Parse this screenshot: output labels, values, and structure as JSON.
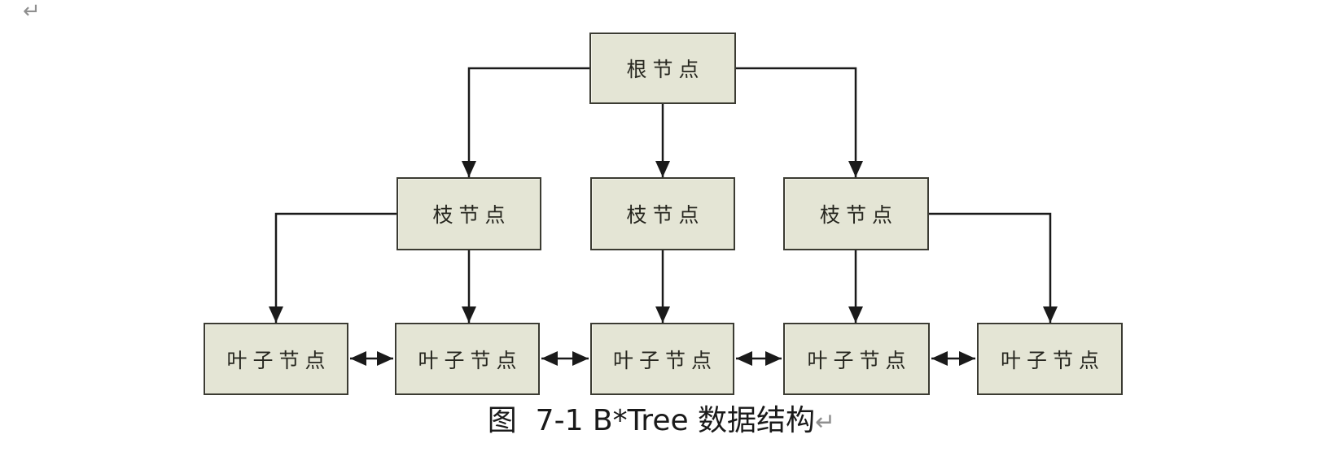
{
  "formatting_marks": {
    "top_left_return": "↵",
    "caption_return": "↵",
    "color": "#8f8f8f"
  },
  "diagram": {
    "node_fill": "#e4e5d5",
    "node_border": "#3b3b32",
    "line_color": "#1a1a1a",
    "label_color": "#26261f",
    "nodes": {
      "root": {
        "label": "根节点"
      },
      "branches": [
        {
          "label": "枝节点"
        },
        {
          "label": "枝节点"
        },
        {
          "label": "枝节点"
        }
      ],
      "leaves": [
        {
          "label": "叶子节点"
        },
        {
          "label": "叶子节点"
        },
        {
          "label": "叶子节点"
        },
        {
          "label": "叶子节点"
        },
        {
          "label": "叶子节点"
        }
      ]
    }
  },
  "caption": {
    "text": "图  7-1 B*Tree 数据结构",
    "color": "#1a1a1a"
  }
}
